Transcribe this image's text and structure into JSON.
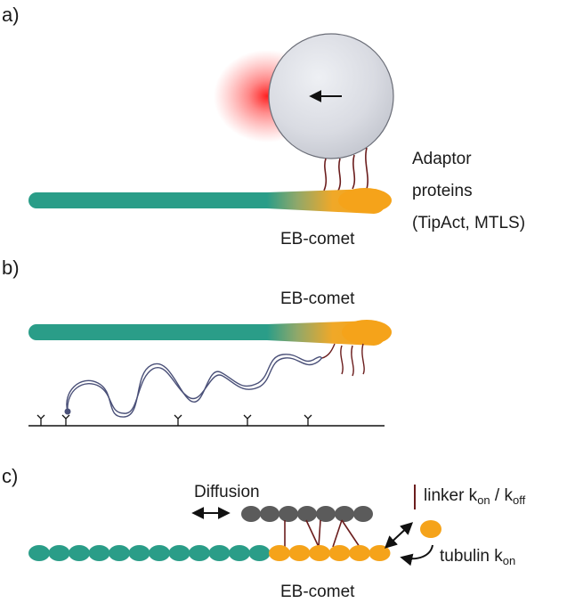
{
  "panel_a": {
    "label": "a)",
    "adaptor_lines": [
      "Adaptor",
      "proteins",
      "(TipAct, MTLS)"
    ],
    "comet_label": "EB-comet"
  },
  "panel_b": {
    "label": "b)",
    "comet_label": "EB-comet"
  },
  "panel_c": {
    "label": "c)",
    "diffusion_label": "Diffusion",
    "linker_label": "linker k",
    "linker_sub_on": "on",
    "linker_sep": " / k",
    "linker_sub_off": "off",
    "tubulin_label": "tubulin k",
    "tubulin_sub_on": "on",
    "comet_label": "EB-comet"
  },
  "colors": {
    "microtubule": "#2a9d88",
    "eb_comet": "#f5a31a",
    "bead": "#dcdde2",
    "laser": "#ff2a2a",
    "linker": "#6b1d1d",
    "actin": "#4a5078",
    "diffusing_rod": "#5b5b5b"
  }
}
